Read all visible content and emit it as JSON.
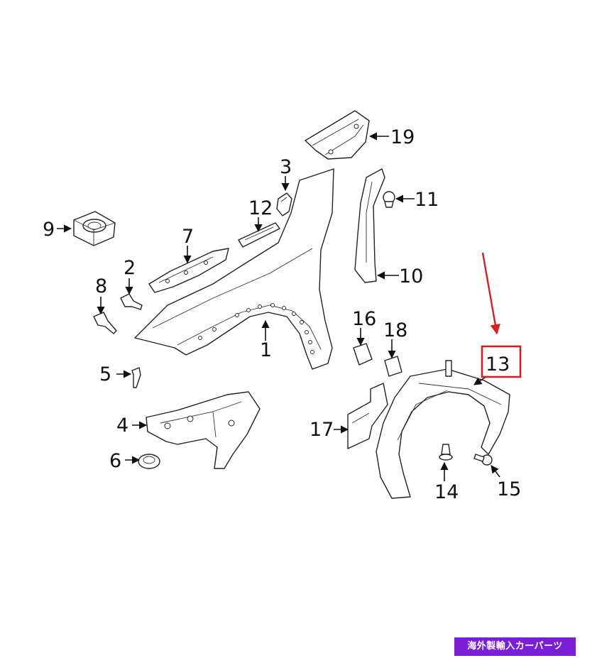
{
  "parts": [
    {
      "id": "1",
      "label": "1"
    },
    {
      "id": "2",
      "label": "2"
    },
    {
      "id": "3",
      "label": "3"
    },
    {
      "id": "4",
      "label": "4"
    },
    {
      "id": "5",
      "label": "5"
    },
    {
      "id": "6",
      "label": "6"
    },
    {
      "id": "7",
      "label": "7"
    },
    {
      "id": "8",
      "label": "8"
    },
    {
      "id": "9",
      "label": "9"
    },
    {
      "id": "10",
      "label": "10"
    },
    {
      "id": "11",
      "label": "11"
    },
    {
      "id": "12",
      "label": "12"
    },
    {
      "id": "13",
      "label": "13"
    },
    {
      "id": "14",
      "label": "14"
    },
    {
      "id": "15",
      "label": "15"
    },
    {
      "id": "16",
      "label": "16"
    },
    {
      "id": "17",
      "label": "17"
    },
    {
      "id": "18",
      "label": "18"
    },
    {
      "id": "19",
      "label": "19"
    }
  ],
  "highlight": {
    "part": "13",
    "color": "#d42020"
  },
  "watermark": {
    "text": "海外製輸入カーパーツ",
    "color": "#7a1fd6"
  }
}
